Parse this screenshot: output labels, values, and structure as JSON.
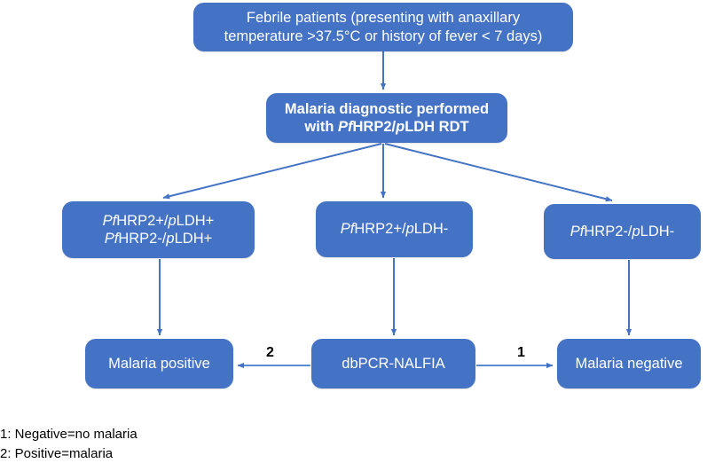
{
  "diagram": {
    "title": "Malaria diagnostic algorithm flowchart",
    "colors": {
      "node_fill": "#4472C4",
      "node_text": "#FFFFFF",
      "arrow": "#4472C4",
      "label_text": "#000000",
      "background": "#FFFFFF"
    },
    "nodes": {
      "febrile": {
        "line1": "Febrile patients (presenting with anaxillary",
        "line2": "temperature >37.5°C or history of fever < 7 days)"
      },
      "rdt": {
        "line1": "Malaria diagnostic performed",
        "line2_pre": "with ",
        "line2_it1": "Pf",
        "line2_mid1": "HRP2/",
        "line2_it2": "p",
        "line2_post": "LDH RDT"
      },
      "left": {
        "row1_it1": "Pf",
        "row1_mid": "HRP2+/",
        "row1_it2": "p",
        "row1_end": "LDH+",
        "row2_it1": "Pf",
        "row2_mid": "HRP2-/",
        "row2_it2": "p",
        "row2_end": "LDH+"
      },
      "mid": {
        "it1": "Pf",
        "mid": "HRP2+/",
        "it2": "p",
        "end": "LDH-"
      },
      "right": {
        "it1": "Pf",
        "mid": "HRP2-/",
        "it2": "p",
        "end": "LDH-"
      },
      "positive": {
        "label": "Malaria positive"
      },
      "dbpcr": {
        "label": "dbPCR-NALFIA"
      },
      "negative": {
        "label": "Malaria negative"
      }
    },
    "edge_labels": {
      "to_negative": "1",
      "to_positive": "2"
    },
    "legend": {
      "line1": "1: Negative=no malaria",
      "line2": "2: Positive=malaria"
    }
  }
}
